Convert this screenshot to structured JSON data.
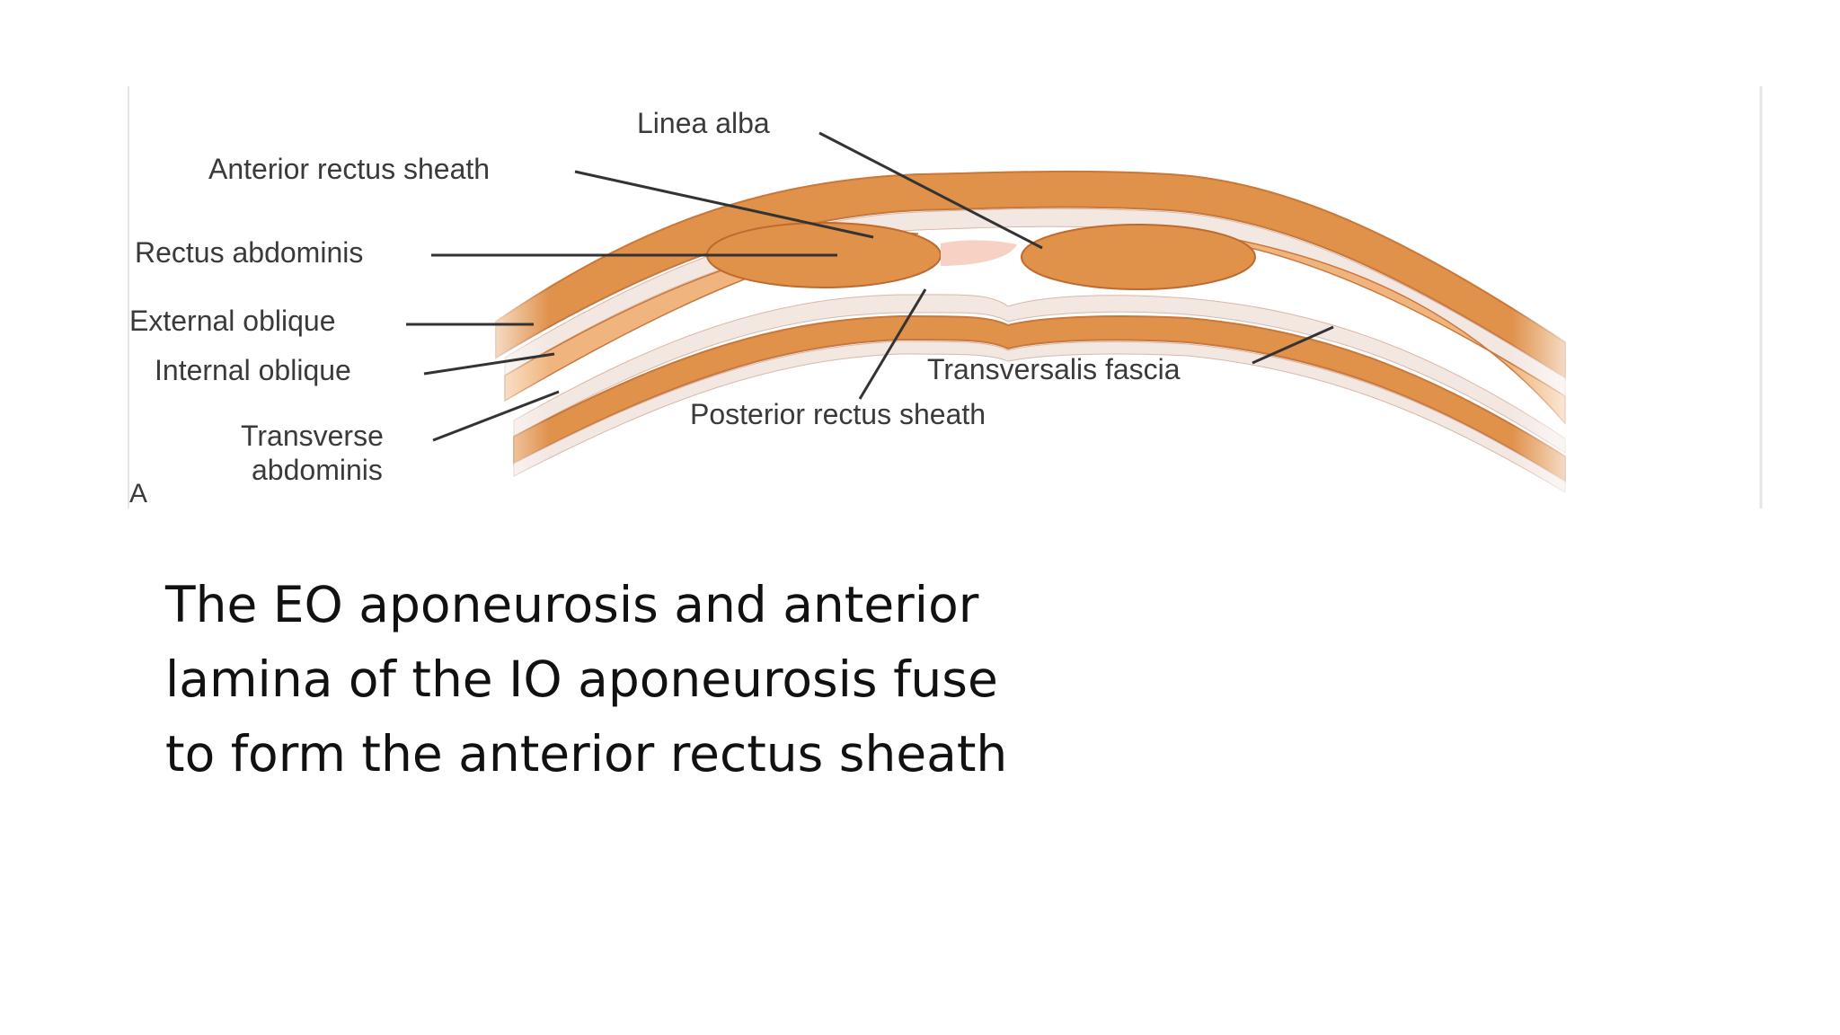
{
  "figure": {
    "panel_letter": "A",
    "labels": {
      "linea_alba": "Linea alba",
      "anterior_rectus_sheath": "Anterior rectus sheath",
      "rectus_abdominis": "Rectus abdominis",
      "external_oblique": "External oblique",
      "internal_oblique": "Internal oblique",
      "transverse_line1": "Transverse",
      "transverse_line2": "abdominis",
      "transversalis_fascia": "Transversalis fascia",
      "posterior_rectus_sheath": "Posterior rectus sheath"
    },
    "colors": {
      "muscle": "#e0914a",
      "muscle_light": "#f0b57e",
      "fascia": "#f3e7e2",
      "sheath": "#f7d2c4",
      "leader": "#333333"
    }
  },
  "caption": {
    "lines": [
      "The EO aponeurosis and anterior",
      "lamina of the IO aponeurosis fuse",
      "to form the anterior rectus sheath"
    ]
  }
}
